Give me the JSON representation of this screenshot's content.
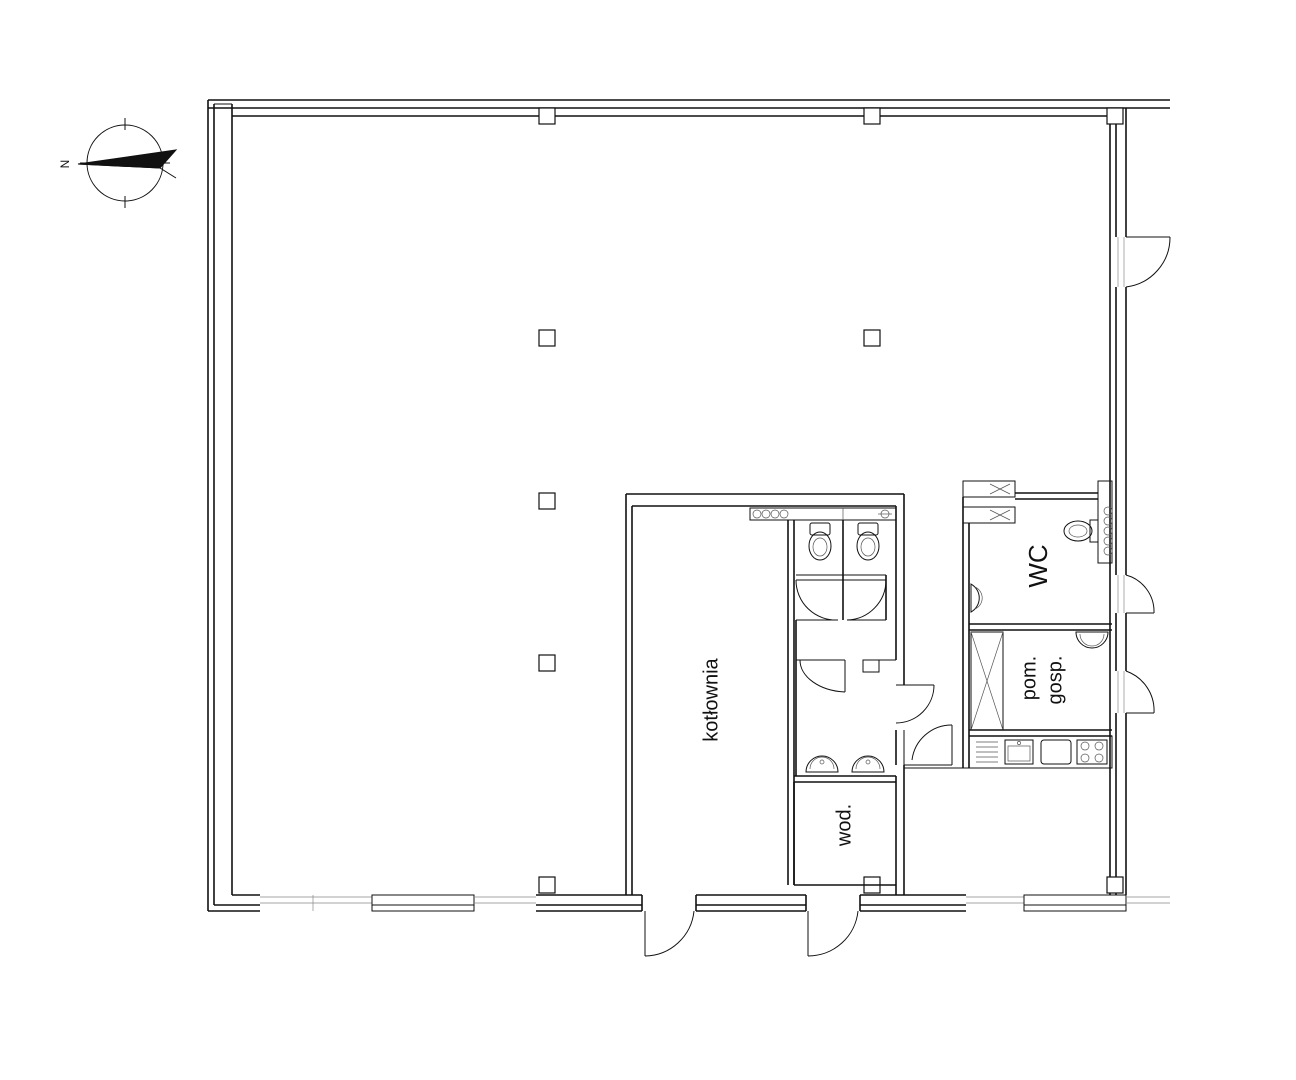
{
  "compass": {
    "north_label": "N"
  },
  "rooms": {
    "boiler_room": "kotłownia",
    "wc": "WC",
    "utility_line1": "pom.",
    "utility_line2": "gosp.",
    "water_meter": "wod."
  }
}
